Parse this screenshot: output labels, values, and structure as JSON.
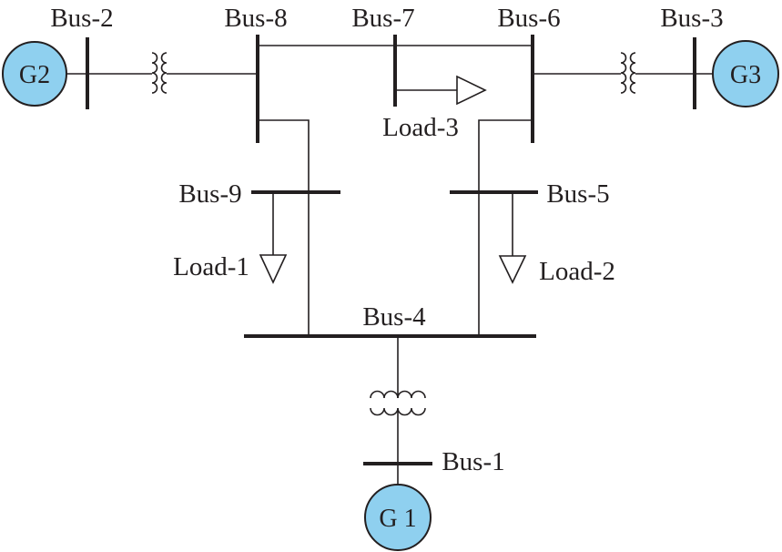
{
  "buses": {
    "bus1": "Bus-1",
    "bus2": "Bus-2",
    "bus3": "Bus-3",
    "bus4": "Bus-4",
    "bus5": "Bus-5",
    "bus6": "Bus-6",
    "bus7": "Bus-7",
    "bus8": "Bus-8",
    "bus9": "Bus-9"
  },
  "generators": {
    "g1": "G 1",
    "g2": "G2",
    "g3": "G3"
  },
  "loads": {
    "load1": "Load-1",
    "load2": "Load-2",
    "load3": "Load-3"
  },
  "colors": {
    "generator_fill": "#8fd0ef",
    "ink": "#231f20"
  }
}
